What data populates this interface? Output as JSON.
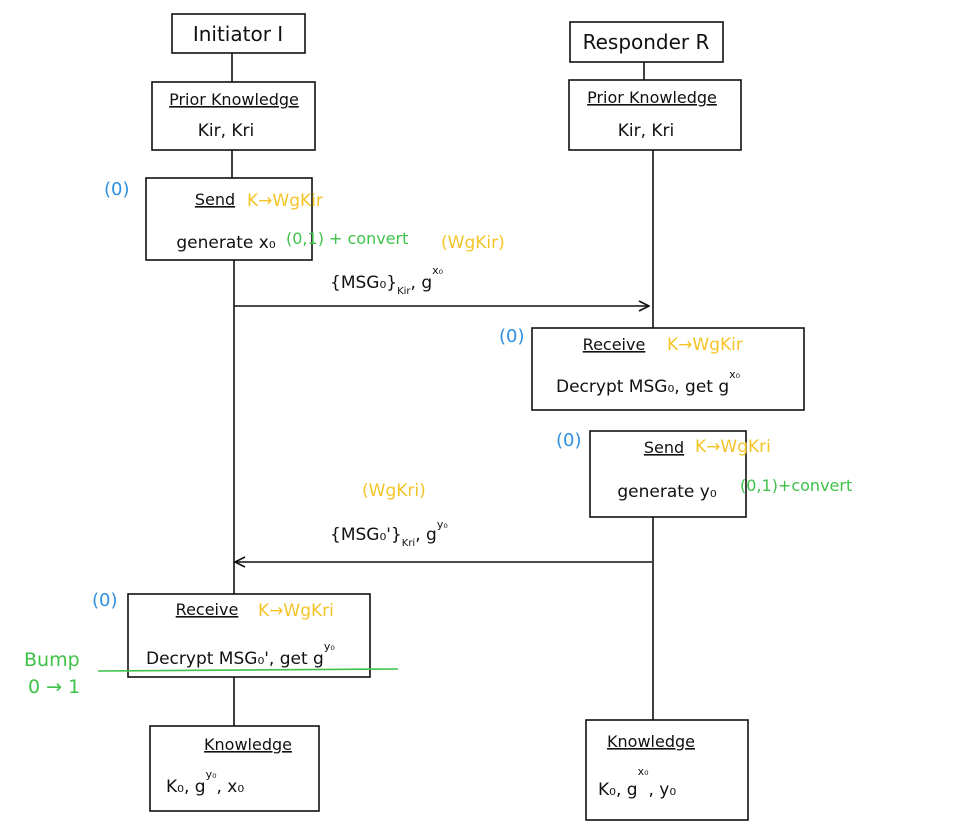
{
  "colors": {
    "ink": "#111111",
    "key_annotation": "#f5c428",
    "generate_annotation": "#3fc24a",
    "counter_annotation": "#2f8fe0"
  },
  "initiator": {
    "title": "Initiator I",
    "prior_heading": "Prior Knowledge",
    "prior_keys": "Kir, Kri",
    "send": {
      "counter": "(0)",
      "heading": "Send",
      "key_note": "K→WgKir",
      "action": "generate x₀",
      "gen_note": "(0,1) + convert"
    },
    "receive": {
      "counter": "(0)",
      "heading": "Receive",
      "key_note": "K→WgKri",
      "action": "Decrypt MSG₀', get g",
      "action_sup": "y₀"
    },
    "bump_note_1": "Bump",
    "bump_note_2": "0 → 1",
    "final_heading": "Knowledge",
    "final_value": "K₀, g",
    "final_sup": "y₀",
    "final_tail": ", x₀"
  },
  "responder": {
    "title": "Responder R",
    "prior_heading": "Prior Knowledge",
    "prior_keys": "Kir, Kri",
    "receive": {
      "counter": "(0)",
      "heading": "Receive",
      "key_note": "K→WgKir",
      "action": "Decrypt MSG₀, get g",
      "action_sup": "x₀"
    },
    "send": {
      "counter": "(0)",
      "heading": "Send",
      "key_note": "K→WgKri",
      "action": "generate y₀",
      "gen_note": "(0,1)+convert"
    },
    "final_heading": "Knowledge",
    "final_value": "K₀, g",
    "final_sup": "x₀",
    "final_tail": ", y₀"
  },
  "messages": {
    "msg1": {
      "key_note": "(WgKir)",
      "label": "{MSG₀}",
      "label_sub": "Kir",
      "label_tail": ", g",
      "label_sup": "x₀"
    },
    "msg2": {
      "key_note": "(WgKri)",
      "label": "{MSG₀'}",
      "label_sub": "Kri",
      "label_tail": ", g",
      "label_sup": "y₀"
    }
  }
}
